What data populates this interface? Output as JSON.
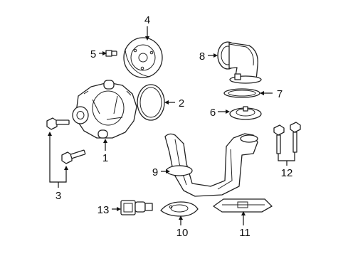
{
  "callouts": [
    {
      "id": "1",
      "text": "1"
    },
    {
      "id": "2",
      "text": "2"
    },
    {
      "id": "3",
      "text": "3"
    },
    {
      "id": "4",
      "text": "4"
    },
    {
      "id": "5",
      "text": "5"
    },
    {
      "id": "6",
      "text": "6"
    },
    {
      "id": "7",
      "text": "7"
    },
    {
      "id": "8",
      "text": "8"
    },
    {
      "id": "9",
      "text": "9"
    },
    {
      "id": "10",
      "text": "10"
    },
    {
      "id": "11",
      "text": "11"
    },
    {
      "id": "12",
      "text": "12"
    },
    {
      "id": "13",
      "text": "13"
    }
  ],
  "colors": {
    "line": "#222222",
    "background": "#ffffff"
  }
}
